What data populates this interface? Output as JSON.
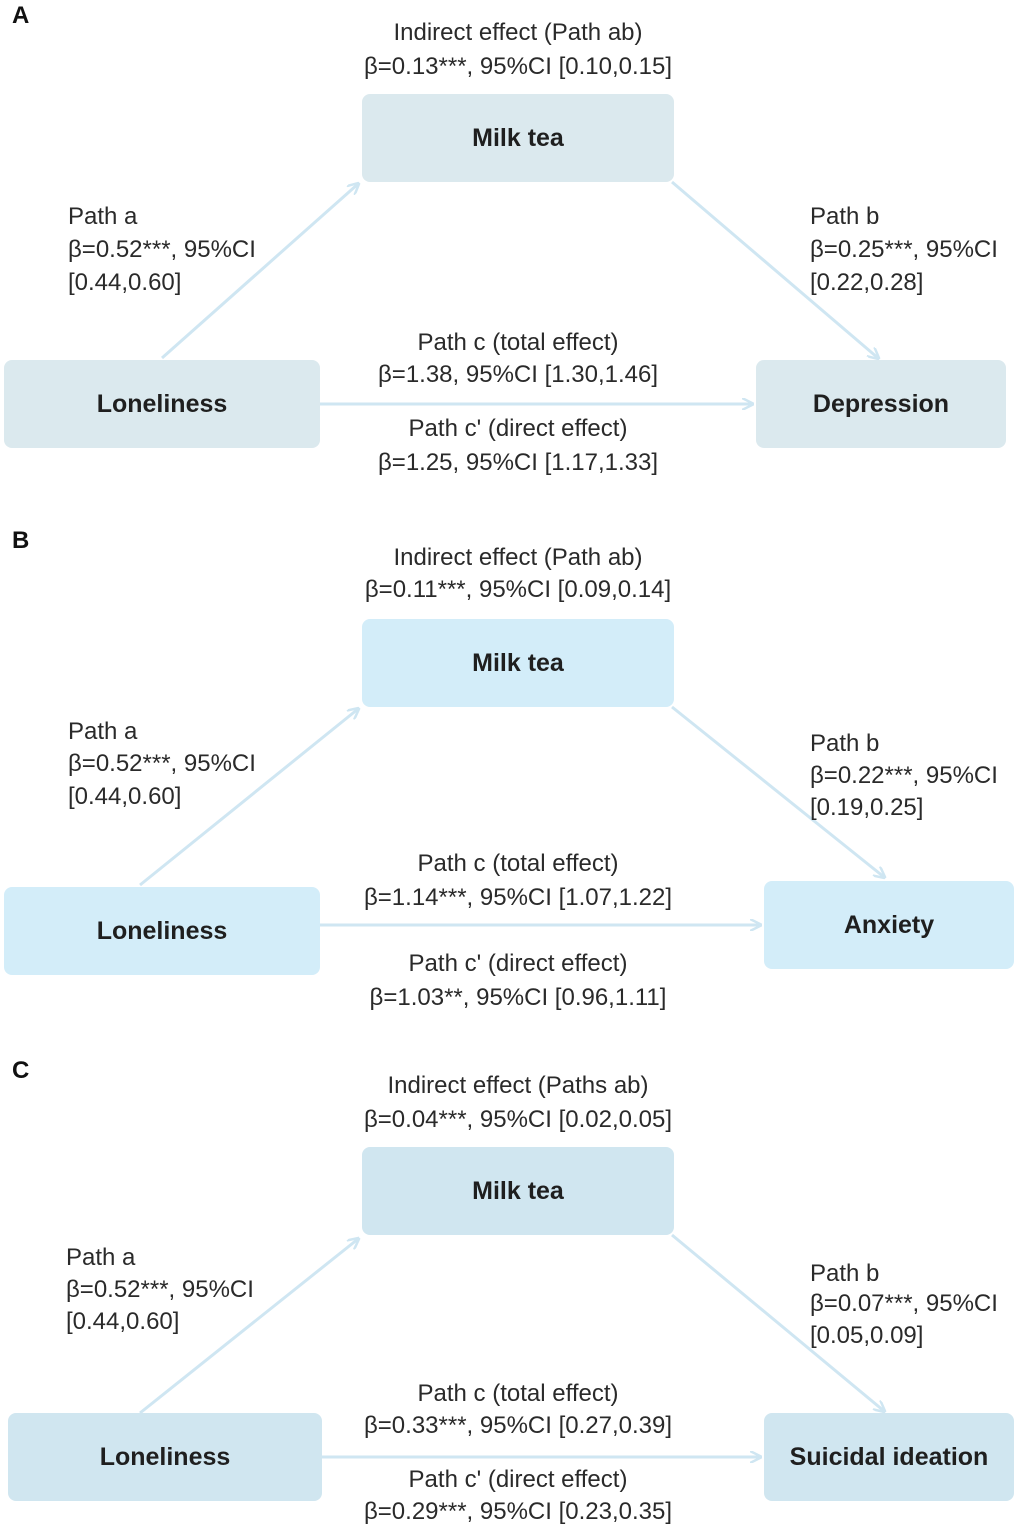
{
  "colors": {
    "panel_a_box": "#dbe9ee",
    "panel_b_box": "#d3edf9",
    "panel_c_box": "#d0e6f0",
    "arrow": "#cfe6f2"
  },
  "panels": [
    {
      "letter": "A",
      "mediator": "Milk tea",
      "predictor": "Loneliness",
      "outcome": "Depression",
      "indirect_title": "Indirect effect (Path ab)",
      "indirect_stats": "β=0.13***, 95%CI [0.10,0.15]",
      "path_a_title": "Path a",
      "path_a_stats1": "β=0.52***, 95%CI",
      "path_a_stats2": "[0.44,0.60]",
      "path_b_title": "Path b",
      "path_b_stats1": "β=0.25***, 95%CI",
      "path_b_stats2": "[0.22,0.28]",
      "path_c_title": "Path c (total effect)",
      "path_c_stats": "β=1.38, 95%CI [1.30,1.46]",
      "path_cp_title": "Path c' (direct effect)",
      "path_cp_stats": "β=1.25, 95%CI [1.17,1.33]"
    },
    {
      "letter": "B",
      "mediator": "Milk tea",
      "predictor": "Loneliness",
      "outcome": "Anxiety",
      "indirect_title": "Indirect effect (Path ab)",
      "indirect_stats": "β=0.11***, 95%CI [0.09,0.14]",
      "path_a_title": "Path a",
      "path_a_stats1": "β=0.52***, 95%CI",
      "path_a_stats2": "[0.44,0.60]",
      "path_b_title": "Path b",
      "path_b_stats1": "β=0.22***, 95%CI",
      "path_b_stats2": "[0.19,0.25]",
      "path_c_title": "Path c (total effect)",
      "path_c_stats": "β=1.14***, 95%CI [1.07,1.22]",
      "path_cp_title": "Path c' (direct effect)",
      "path_cp_stats": "β=1.03**, 95%CI [0.96,1.11]"
    },
    {
      "letter": "C",
      "mediator": "Milk tea",
      "predictor": "Loneliness",
      "outcome": "Suicidal ideation",
      "indirect_title": "Indirect effect (Paths ab)",
      "indirect_stats": "β=0.04***, 95%CI [0.02,0.05]",
      "path_a_title": "Path a",
      "path_a_stats1": "β=0.52***, 95%CI",
      "path_a_stats2": "[0.44,0.60]",
      "path_b_title": "Path b",
      "path_b_stats1": "β=0.07***, 95%CI",
      "path_b_stats2": "[0.05,0.09]",
      "path_c_title": "Path c (total effect)",
      "path_c_stats": "β=0.33***, 95%CI [0.27,0.39]",
      "path_cp_title": "Path c' (direct effect)",
      "path_cp_stats": "β=0.29***, 95%CI [0.23,0.35]"
    }
  ]
}
